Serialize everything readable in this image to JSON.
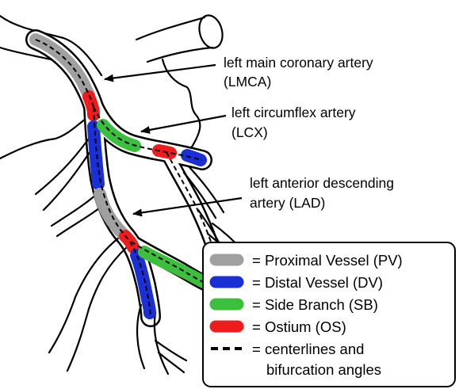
{
  "annotations": {
    "lmca_line1": "left main coronary artery",
    "lmca_line2": "(LMCA)",
    "lcx_line1": "left circumflex artery",
    "lcx_line2": "(LCX)",
    "lad_line1": "left anterior descending",
    "lad_line2": "artery (LAD)"
  },
  "legend": {
    "items": [
      {
        "symbol": "swatch",
        "color": "#a0a0a0",
        "label": "= Proximal Vessel (PV)"
      },
      {
        "symbol": "swatch",
        "color": "#1a2fd6",
        "label": "= Distal Vessel (DV)"
      },
      {
        "symbol": "swatch",
        "color": "#3cbf3c",
        "label": "= Side Branch (SB)"
      },
      {
        "symbol": "swatch",
        "color": "#ee1c1c",
        "label": "= Ostium (OS)"
      },
      {
        "symbol": "dashed-line",
        "color": "#000000",
        "label_line1": "= centerlines and",
        "label_line2": "bifurcation angles"
      }
    ]
  },
  "colors": {
    "proximal_vessel": "#a0a0a0",
    "distal_vessel": "#1a2fd6",
    "side_branch": "#3cbf3c",
    "ostium": "#ee1c1c"
  }
}
